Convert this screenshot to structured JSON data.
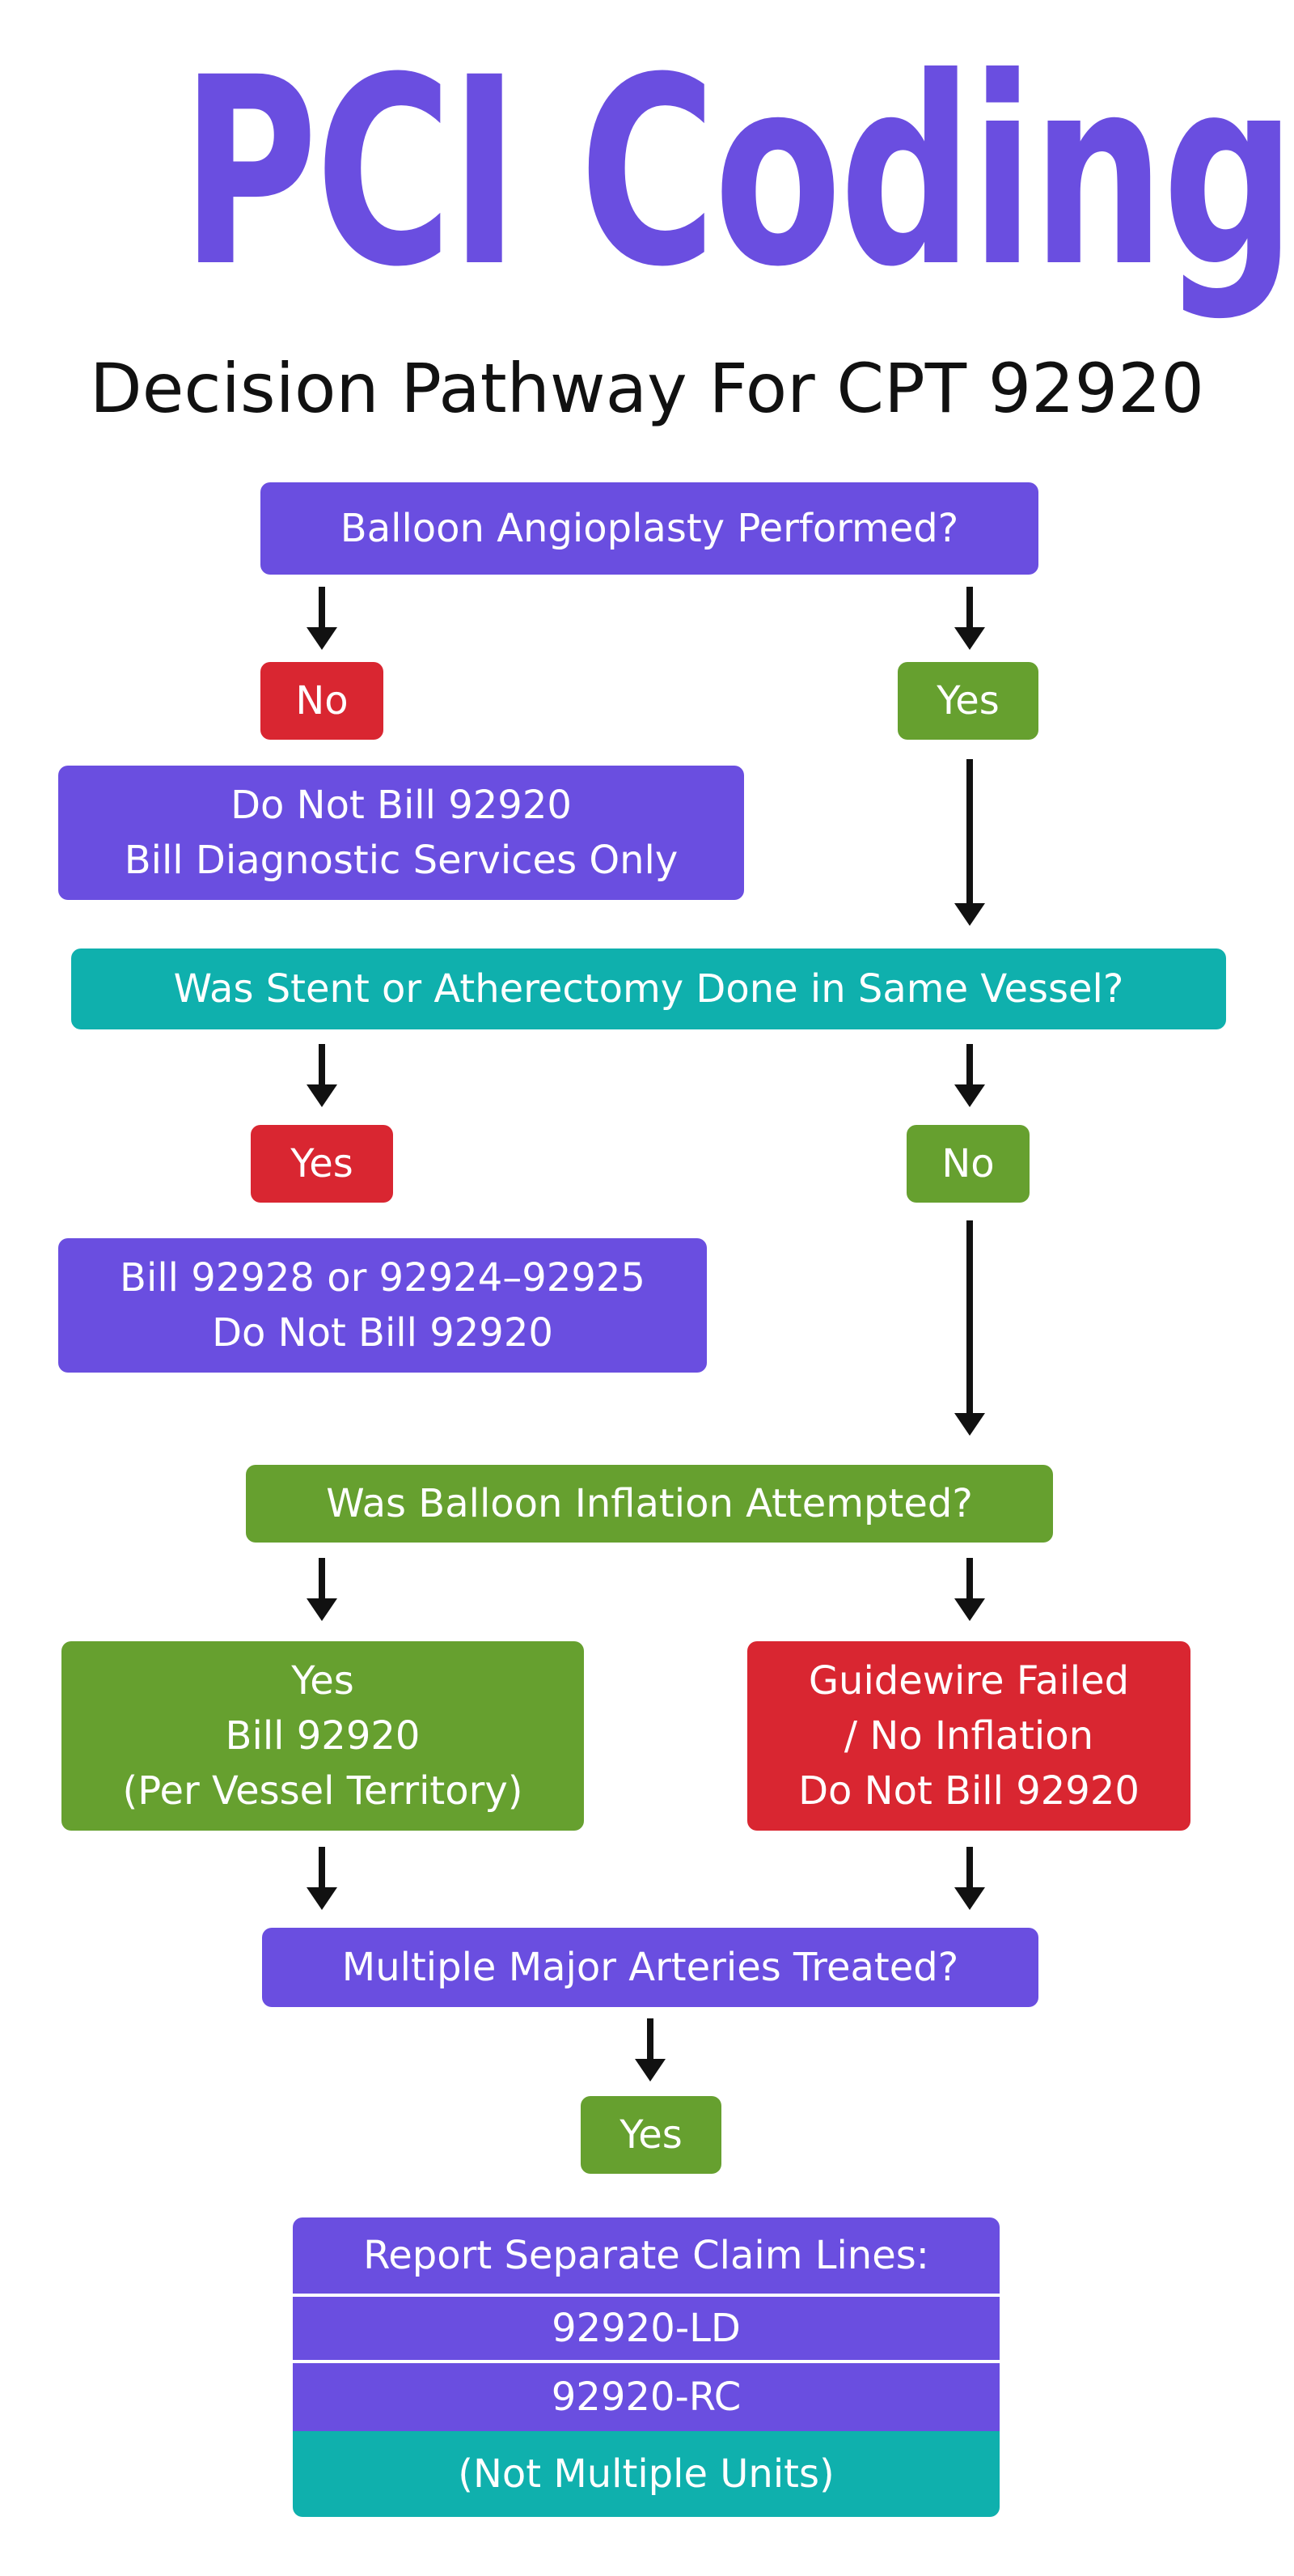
{
  "title": "PCI Coding",
  "subtitle": "Decision Pathway For CPT 92920",
  "nodes": {
    "q1": "Balloon Angioplasty Performed?",
    "q1_no": "No",
    "q1_yes": "Yes",
    "q1_no_result": "Do Not Bill 92920\nBill Diagnostic Services Only",
    "q2": "Was Stent or Atherectomy Done in Same Vessel?",
    "q2_yes": "Yes",
    "q2_no": "No",
    "q2_yes_result": "Bill 92928 or 92924–92925\nDo Not Bill 92920",
    "q3": "Was Balloon Inflation Attempted?",
    "q3_yes_result": "Yes\nBill 92920\n(Per Vessel Territory)",
    "q3_no_result": "Guidewire Failed\n/ No Inflation\nDo Not Bill 92920",
    "q4": "Multiple Major Arteries Treated?",
    "q4_yes": "Yes",
    "final": {
      "header": "Report Separate Claim Lines:",
      "line1": "92920-LD",
      "line2": "92920-RC",
      "note": "(Not Multiple Units)"
    }
  },
  "colors": {
    "purple": "#6a4ee0",
    "green": "#66a02f",
    "red": "#d92631",
    "teal": "#0fb0ad"
  }
}
